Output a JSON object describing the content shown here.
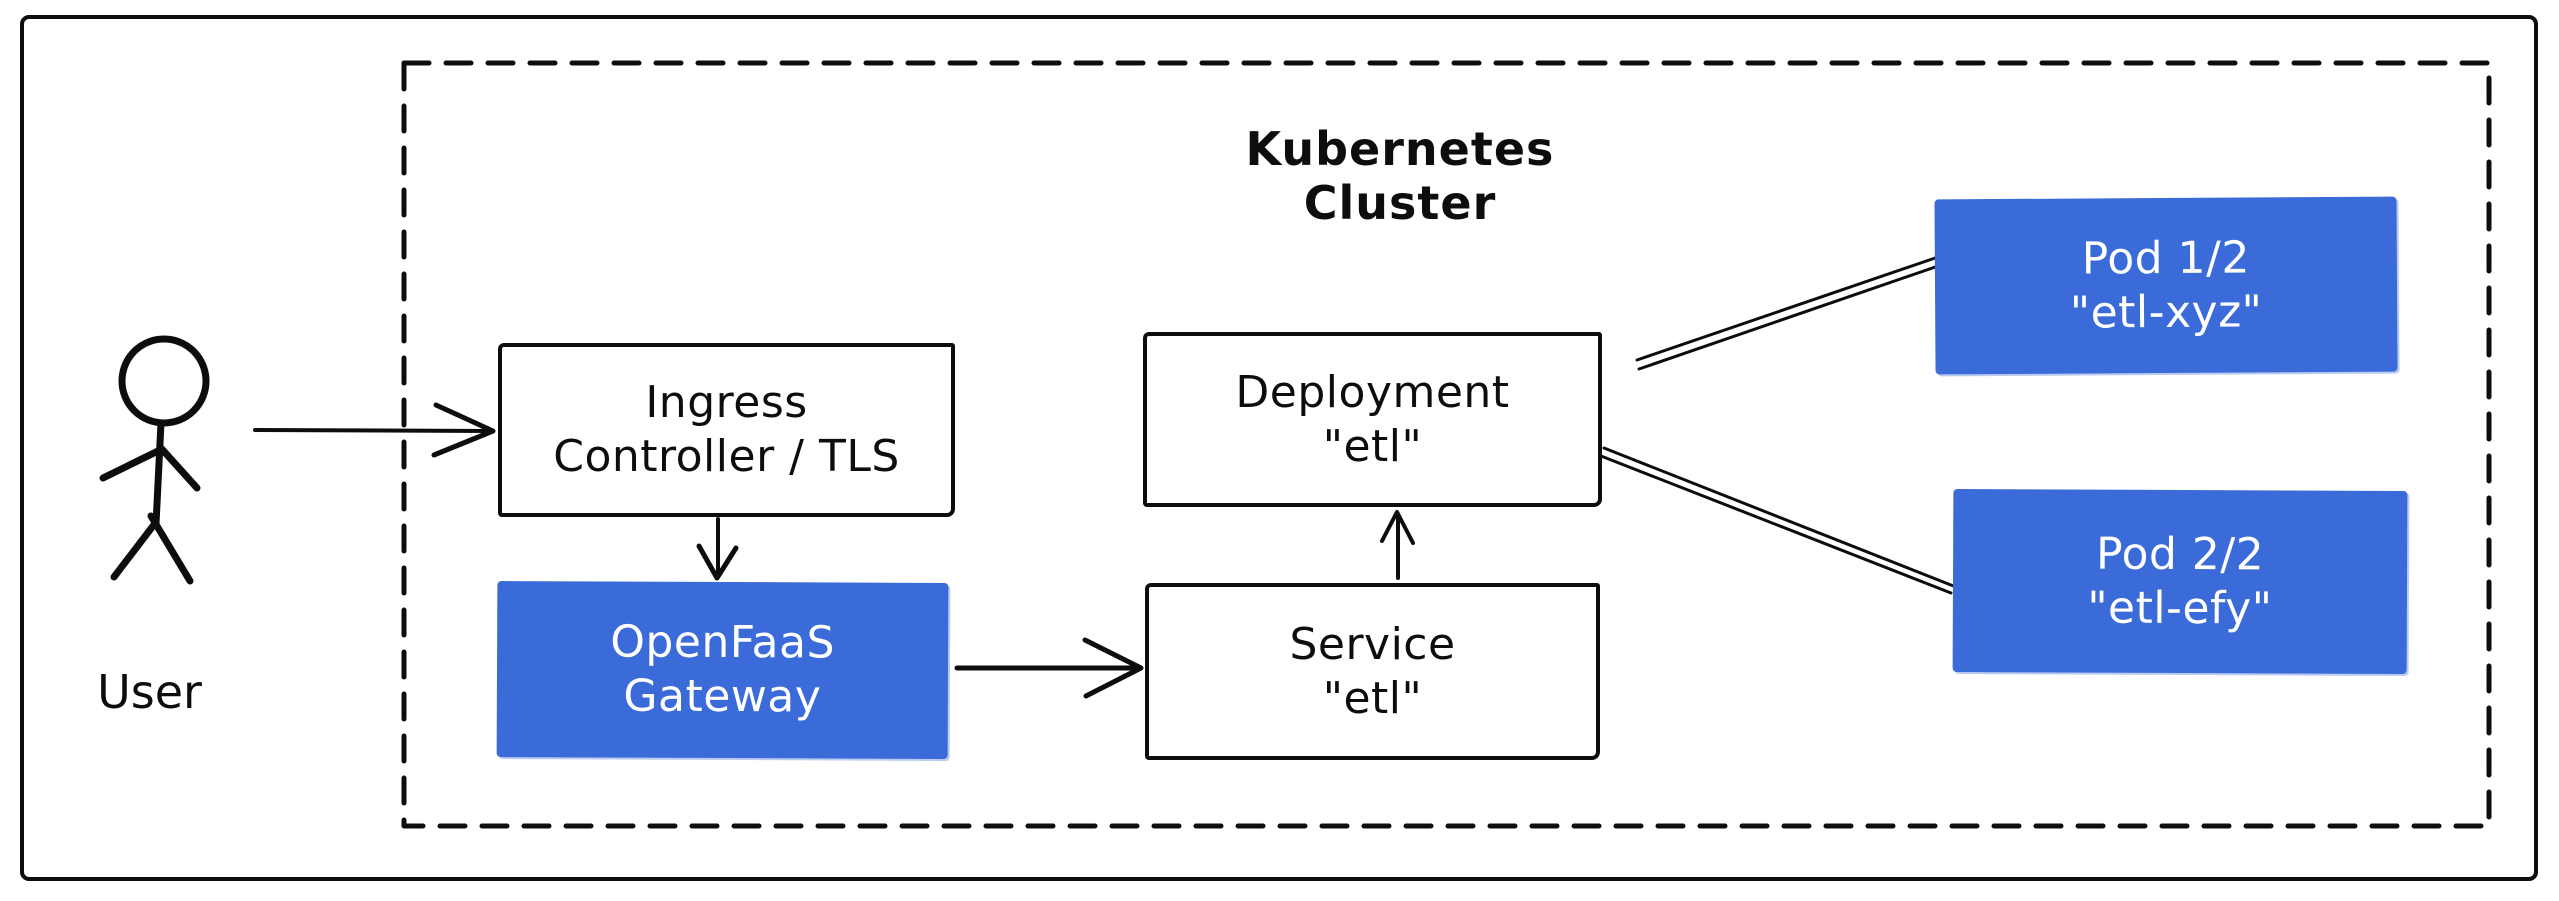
{
  "title": "Kubernetes Cluster",
  "user_label": "User",
  "nodes": {
    "ingress": {
      "line1": "Ingress",
      "line2": "Controller / TLS"
    },
    "gateway": {
      "line1": "OpenFaaS",
      "line2": "Gateway"
    },
    "service": {
      "line1": "Service",
      "line2": "\"etl\""
    },
    "deployment": {
      "line1": "Deployment",
      "line2": "\"etl\""
    },
    "pod1": {
      "line1": "Pod 1/2",
      "line2": "\"etl-xyz\""
    },
    "pod2": {
      "line1": "Pod 2/2",
      "line2": "\"etl-efy\""
    }
  },
  "colors": {
    "accent_blue": "#3a6bd8",
    "stroke_black": "#0d0d0d",
    "background": "#ffffff"
  }
}
